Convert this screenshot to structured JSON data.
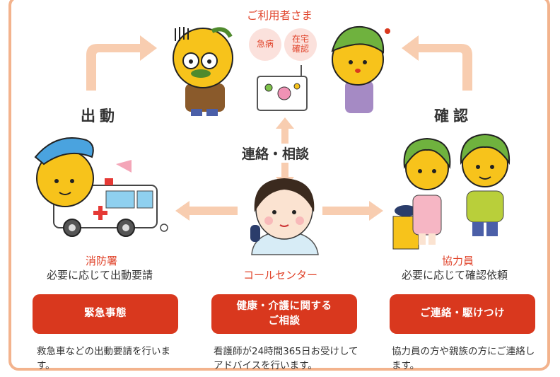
{
  "top": {
    "title": "ご利用者さま",
    "bubble_emergency": "急病",
    "bubble_confirm": "在宅\n確認"
  },
  "arrows": {
    "dispatch_label": "出動",
    "confirm_label": "確認",
    "contact_label": "連絡・相談"
  },
  "fire_station": {
    "name": "消防署",
    "role": "必要に応じて出動要請",
    "button": "緊急事態",
    "description": "救急車などの出動要請を行います。"
  },
  "call_center": {
    "name": "コールセンター",
    "button": "健康・介護に関する\nご相談",
    "description": "看護師が24時間365日お受けしてアドバイスを行います。"
  },
  "cooperator": {
    "name": "協力員",
    "role": "必要に応じて確認依頼",
    "button": "ご連絡・駆けつけ",
    "description": "協力員の方や親族の方にご連絡します。"
  },
  "colors": {
    "frame": "#f3b38d",
    "arrow": "#f8cdb0",
    "accent_red": "#d9381e",
    "label_red": "#e0432a"
  }
}
